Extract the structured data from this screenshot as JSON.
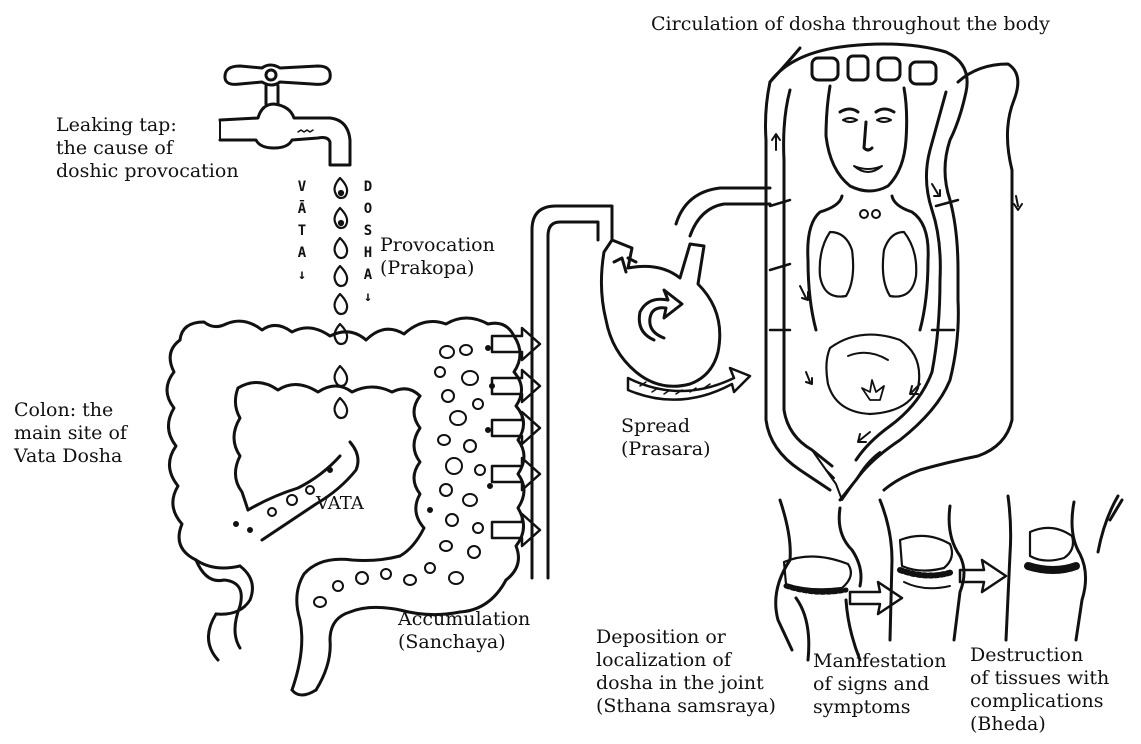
{
  "title": "Circulation of dosha throughout the body",
  "labels": {
    "tap": [
      "Leaking tap:",
      "the cause of",
      "doshic provocation"
    ],
    "colon": [
      "Colon: the",
      "main site of",
      "Vata Dosha"
    ],
    "vata_in_colon": "VATA",
    "provocation": [
      "Provocation",
      "(Prakopa)"
    ],
    "accumulation": [
      "Accumulation",
      "(Sanchaya)"
    ],
    "spread": [
      "Spread",
      "(Prasara)"
    ],
    "deposition": [
      "Deposition or",
      "localization of",
      "dosha in the joint",
      "(Sthana samsraya)"
    ],
    "manifestation": [
      "Manifestation",
      "of signs and",
      "symptoms"
    ],
    "destruction": [
      "Destruction",
      "of tissues with",
      "complications",
      "(Bheda)"
    ]
  },
  "vertical_text": {
    "vata": [
      "V",
      "Ā",
      "T",
      "A",
      "↓"
    ],
    "dosha": [
      "D",
      "O",
      "S",
      "H",
      "A",
      "↓"
    ]
  }
}
